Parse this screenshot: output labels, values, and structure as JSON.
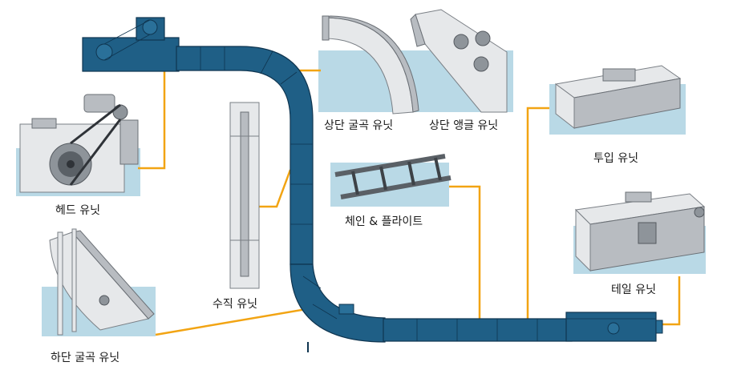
{
  "colors": {
    "leader": "#f2a413",
    "conveyor": "#1f5f86",
    "panel": "#b9d9e6"
  },
  "labels": {
    "head_unit": "헤드 유닛",
    "lower_bend_unit": "하단 굴곡 유닛",
    "vertical_unit": "수직 유닛",
    "upper_bend_unit": "상단 굴곡 유닛",
    "upper_angle_unit": "상단 앵글 유닛",
    "chain_flight": "체인 & 플라이트",
    "inlet_unit": "투입 유닛",
    "tail_unit": "테일 유닛"
  }
}
